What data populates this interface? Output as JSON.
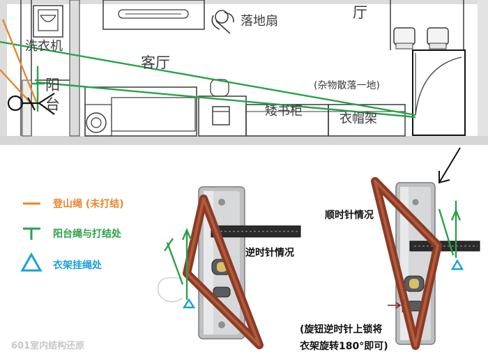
{
  "plan": {
    "labels": {
      "washer": "洗衣机",
      "balcony_char1": "阳",
      "balcony_char2": "台",
      "living_room": "客厅",
      "floor_fan": "落地扇",
      "bookcase": "矮书柜",
      "coat_rack": "衣帽架",
      "scattered_items": "(杂物散落一地)",
      "hall_char": "厅"
    }
  },
  "legend": {
    "items": [
      {
        "label": "登山绳 (未打结)",
        "color": "#e8862e"
      },
      {
        "label": "阳台绳与打结处",
        "color": "#2aa148"
      },
      {
        "label": "衣架挂绳处",
        "color": "#1aa0d6"
      }
    ]
  },
  "lock_diagrams": {
    "left_caption": "逆时针情况",
    "right_caption": "顺时针情况",
    "right_note_line1": "(旋钮逆时针上锁将",
    "right_note_line2": "衣架旋转180°即可)"
  },
  "colors": {
    "rope_orange": "#e8862e",
    "balcony_green": "#2aa148",
    "hanger_blue": "#1aa0d6",
    "hanger_brown": "#8a3b26",
    "lock_plate": "#b9bbbd",
    "wall_gray": "#d0d0d0"
  },
  "watermark": "601室内结构还原"
}
